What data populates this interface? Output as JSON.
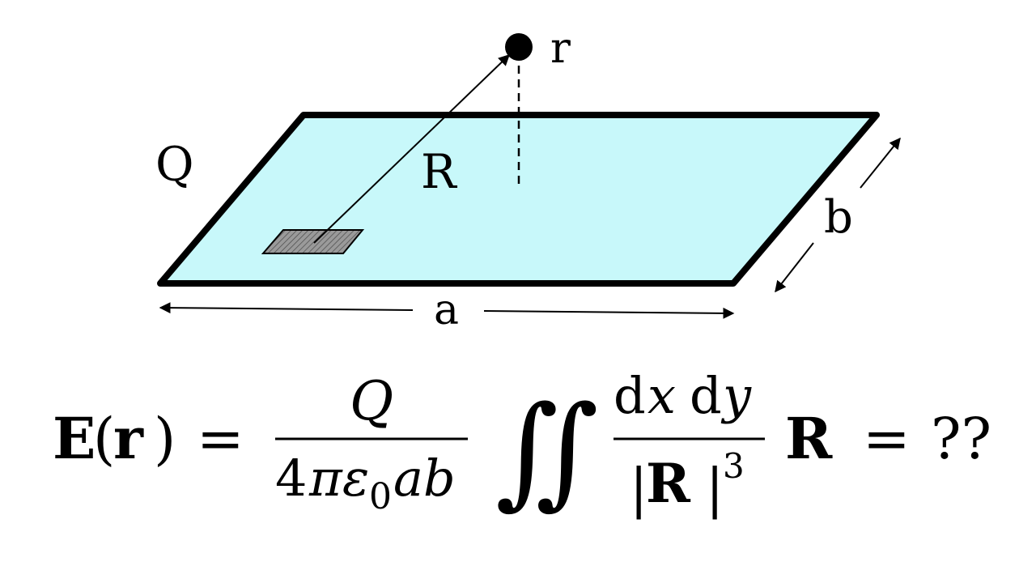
{
  "diagram": {
    "labels": {
      "charge": "Q",
      "point": "r",
      "vector": "R",
      "side_a": "a",
      "side_b": "b"
    },
    "colors": {
      "plane_fill": "#c8f8fa",
      "stroke": "#000000",
      "patch_fill": "#8c8c8c"
    }
  },
  "equation": {
    "lhs_E": "E",
    "lhs_open": "(",
    "lhs_r": "r",
    "lhs_close": ")",
    "eq1": "=",
    "frac1_num": "Q",
    "frac1_den_4": "4",
    "frac1_den_pi": "π",
    "frac1_den_eps": "ε",
    "frac1_den_sub": "0",
    "frac1_den_ab": "ab",
    "integral": "∬",
    "frac2_num_d1": "d",
    "frac2_num_x": "x",
    "frac2_num_d2": "d",
    "frac2_num_y": "y",
    "frac2_den_bar1": "|",
    "frac2_den_R": "R",
    "frac2_den_bar2": "|",
    "frac2_den_exp": "3",
    "vec_R": "R",
    "eq2": "=",
    "result": "??"
  }
}
